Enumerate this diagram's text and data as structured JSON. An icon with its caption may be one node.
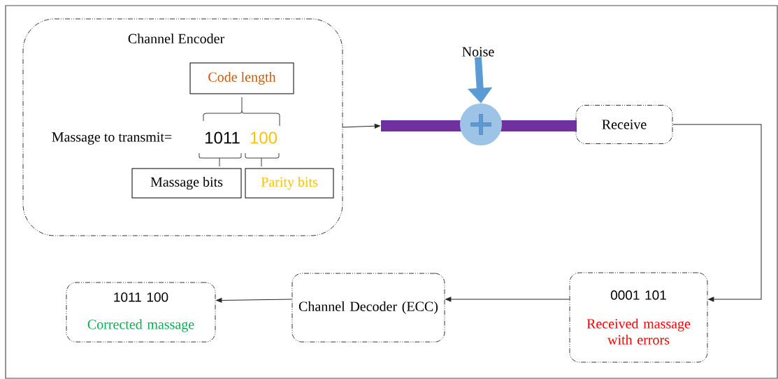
{
  "diagram": {
    "nodes": [
      {
        "text": [
          "Channel Encoder"
        ]
      },
      {
        "text": [
          "Code length"
        ],
        "in": 0
      },
      {
        "text": [
          "Massage bits"
        ],
        "in": 0
      },
      {
        "text": [
          "Parity bits"
        ],
        "in": 0
      },
      {
        "text": [
          "Receive"
        ]
      },
      {
        "text": [
          "0001 101",
          "Received massage with errors"
        ]
      },
      {
        "text": [
          "Channel Decoder (ECC)"
        ]
      },
      {
        "text": [
          "1011 100",
          "Corrected massage"
        ]
      },
      {
        "text": [],
        "shape": "bar"
      },
      {
        "text": [],
        "shape": "circle"
      },
      {
        "text": [
          "Noise"
        ]
      }
    ],
    "edges": [
      {
        "from": 0,
        "to": 8,
        "arrow": "to"
      },
      {
        "from": 10,
        "to": 9,
        "arrow": "to",
        "style": "thick",
        "color": "#5b9bd5"
      },
      {
        "from": 4,
        "to": 5,
        "arrow": "to"
      },
      {
        "from": 5,
        "to": 6,
        "arrow": "to"
      },
      {
        "from": 6,
        "to": 7,
        "arrow": "to"
      }
    ],
    "labels": [
      "Massage to transmit=",
      "1011",
      "100"
    ]
  }
}
